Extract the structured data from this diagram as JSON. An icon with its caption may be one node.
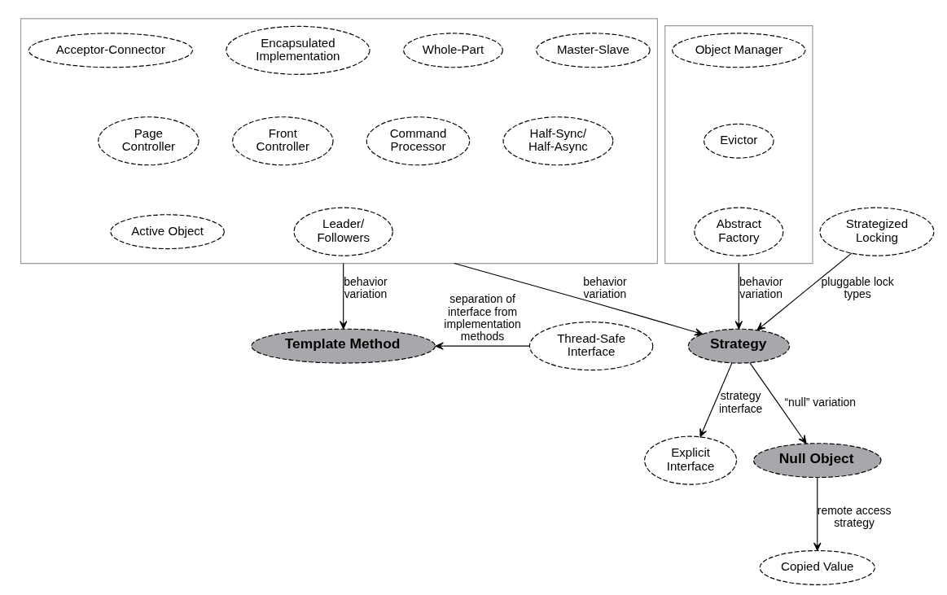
{
  "diagram": {
    "nodes": [
      {
        "text": [],
        "shape": "box"
      },
      {
        "text": [
          "Acceptor-Connector"
        ],
        "in": 0
      },
      {
        "text": [
          "Encapsulated Implementation"
        ],
        "in": 0
      },
      {
        "text": [
          "Whole-Part"
        ],
        "in": 0
      },
      {
        "text": [
          "Master-Slave"
        ],
        "in": 0
      },
      {
        "text": [
          "Page Controller"
        ],
        "in": 0
      },
      {
        "text": [
          "Front Controller"
        ],
        "in": 0
      },
      {
        "text": [
          "Command Processor"
        ],
        "in": 0
      },
      {
        "text": [
          "Half-Sync/ Half-Async"
        ],
        "in": 0
      },
      {
        "text": [
          "Active Object"
        ],
        "in": 0
      },
      {
        "text": [
          "Leader/ Followers"
        ],
        "in": 0
      },
      {
        "text": [],
        "shape": "box"
      },
      {
        "text": [
          "Object Manager"
        ],
        "in": 11
      },
      {
        "text": [
          "Evictor"
        ],
        "in": 11
      },
      {
        "text": [
          "Abstract Factory"
        ],
        "in": 11
      },
      {
        "text": [
          "Thread-Safe Interface"
        ]
      },
      {
        "text": [
          "Template Method"
        ]
      },
      {
        "text": [
          "Strategy"
        ]
      },
      {
        "text": [
          "Strategized Locking"
        ]
      },
      {
        "text": [
          "Explicit Interface"
        ]
      },
      {
        "text": [
          "Null Object"
        ]
      },
      {
        "text": [
          "Copied Value"
        ]
      }
    ],
    "edges": [
      {
        "from": 0,
        "to": 16,
        "arrow": "to",
        "label": "behavior variation"
      },
      {
        "from": 0,
        "to": 17,
        "arrow": "to",
        "label": "behavior variation"
      },
      {
        "from": 11,
        "to": 17,
        "arrow": "to",
        "label": "behavior variation"
      },
      {
        "from": 15,
        "to": 16,
        "arrow": "to",
        "label": "separation of interface from implementation methods"
      },
      {
        "from": 18,
        "to": 17,
        "arrow": "to",
        "label": "pluggable lock types"
      },
      {
        "from": 17,
        "to": 19,
        "arrow": "to",
        "label": "strategy interface"
      },
      {
        "from": 17,
        "to": 20,
        "arrow": "to",
        "label": "“null” variation"
      },
      {
        "from": 20,
        "to": 21,
        "arrow": "to",
        "label": "remote access strategy"
      }
    ]
  }
}
